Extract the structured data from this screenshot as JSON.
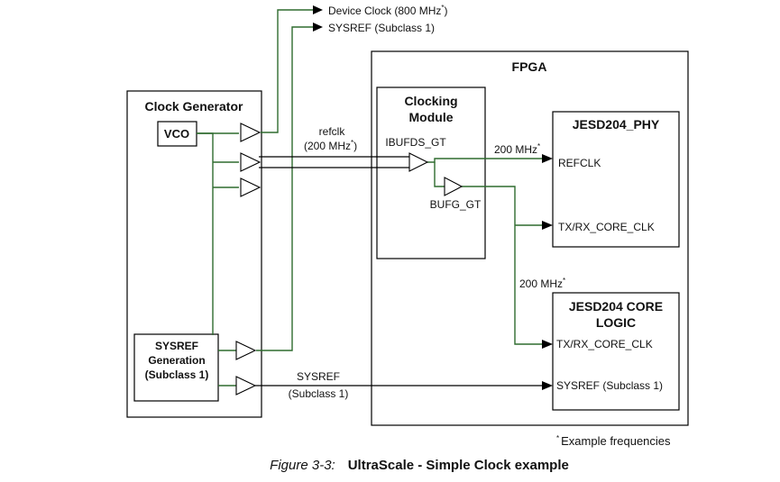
{
  "blocks": {
    "clock_generator": "Clock Generator",
    "vco": "VCO",
    "sysref_gen": [
      "SYSREF",
      "Generation",
      "(Subclass 1)"
    ],
    "fpga": "FPGA",
    "clocking_module": [
      "Clocking",
      "Module"
    ],
    "ibufds": "IBUFDS_GT",
    "bufg": "BUFG_GT",
    "phy": "JESD204_PHY",
    "refclk_port": "REFCLK",
    "txrx_phy": "TX/RX_CORE_CLK",
    "core_logic": [
      "JESD204 CORE",
      "LOGIC"
    ],
    "txrx_core": "TX/RX_CORE_CLK",
    "sysref_port": "SYSREF (Subclass 1)"
  },
  "signals": {
    "device_clock": "Device Clock (800 MHz",
    "sysref_top": "SYSREF (Subclass 1)",
    "refclk": [
      "refclk",
      "(200 MHz",
      ")"
    ],
    "freq_phy": "200 MHz",
    "freq_core": "200 MHz",
    "sysref_bottom": [
      "SYSREF",
      "(Subclass 1)"
    ],
    "asterisk": "*"
  },
  "footnote": "Example frequencies",
  "caption": {
    "figure": "Figure 3-3:",
    "title": "UltraScale - Simple Clock example"
  }
}
